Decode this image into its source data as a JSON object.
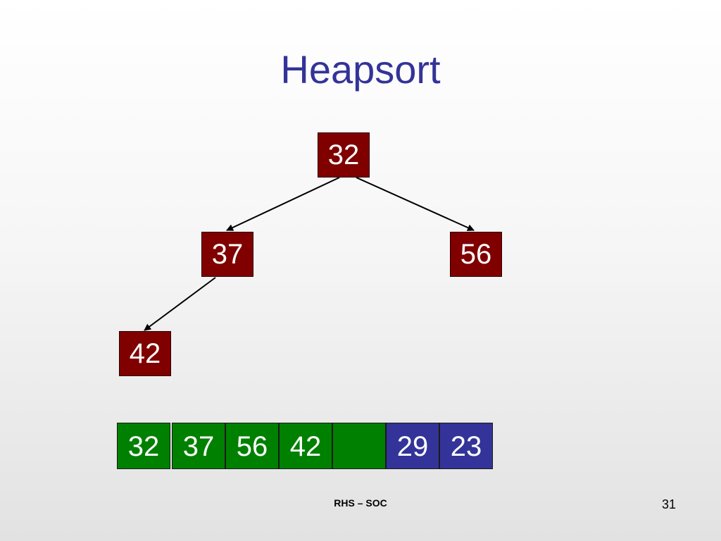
{
  "slide": {
    "title": "Heapsort",
    "footer": "RHS – SOC",
    "page_number": "31"
  },
  "colors": {
    "title": "#333399",
    "node_fill": "#800000",
    "array_heap": "#008000",
    "array_sorted": "#333399"
  },
  "tree": {
    "nodes": [
      {
        "value": "32"
      },
      {
        "value": "37"
      },
      {
        "value": "56"
      },
      {
        "value": "42"
      }
    ]
  },
  "array": {
    "cells": [
      {
        "value": "32",
        "state": "heap"
      },
      {
        "value": "37",
        "state": "heap"
      },
      {
        "value": "56",
        "state": "heap"
      },
      {
        "value": "42",
        "state": "heap"
      },
      {
        "value": "",
        "state": "heap"
      },
      {
        "value": "29",
        "state": "sorted"
      },
      {
        "value": "23",
        "state": "sorted"
      }
    ]
  }
}
